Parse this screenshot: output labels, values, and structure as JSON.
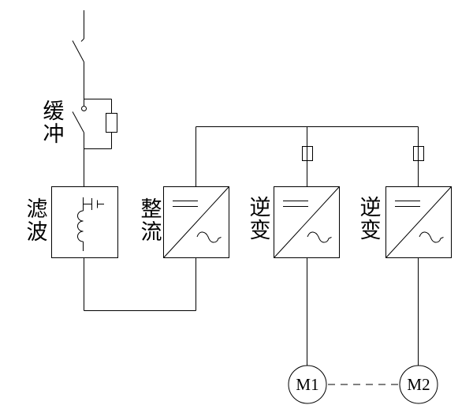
{
  "diagram": {
    "labels": {
      "buffer": "缓冲",
      "filter": "滤波",
      "rectifier": "整流",
      "inverter_left": "逆变",
      "inverter_right": "逆变",
      "motor_left": "M1",
      "motor_right": "M2"
    },
    "colors": {
      "line": "#000000",
      "background": "#ffffff"
    },
    "icons": {
      "breaker-switch-icon": "diagonal blade disconnector",
      "contactor-switch-icon": "blade contact with pivot dot",
      "resistor-icon": "small vertical rectangle",
      "capacitor-icon": "two parallel plates",
      "inductor-icon": "three left-facing arcs",
      "converter-icon": "square with diagonal, DC '=' upper-left, AC '~' lower-right",
      "fuse-icon": "small rectangle on vertical line",
      "motor-icon": "circle with motor designation",
      "coupling-line-icon": "horizontal dashed line"
    }
  }
}
